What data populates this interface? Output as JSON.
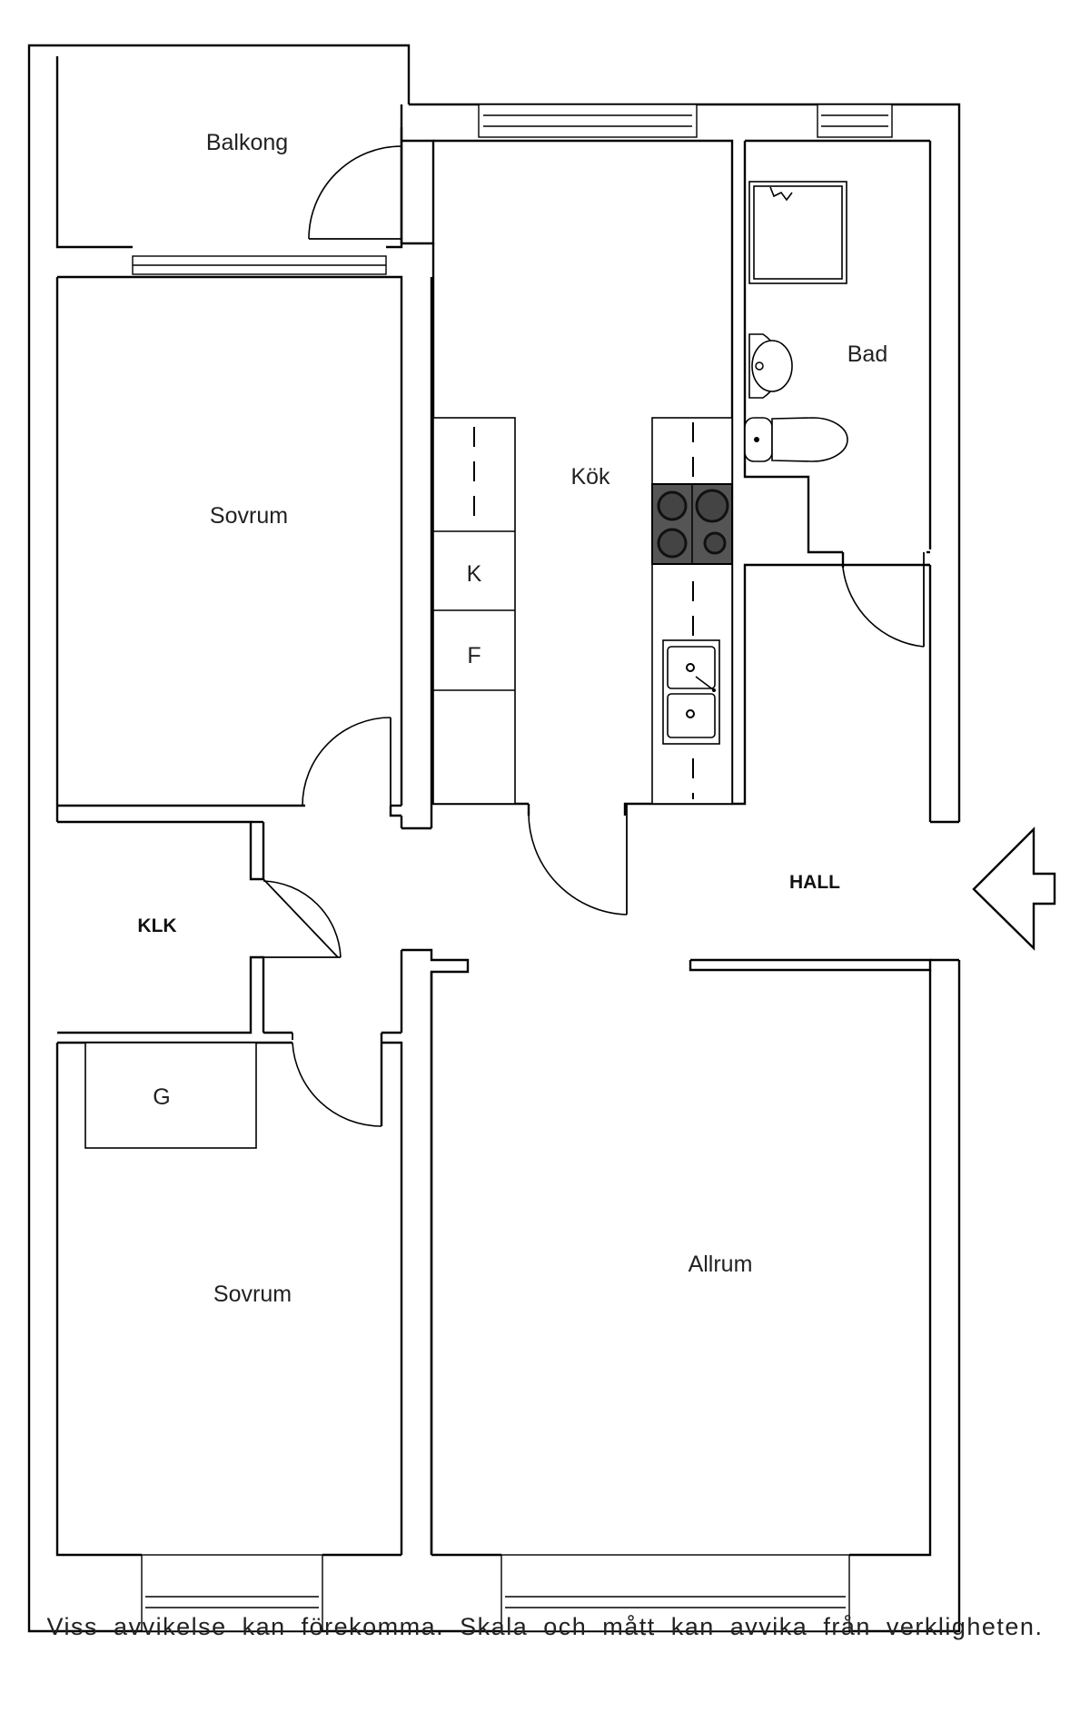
{
  "rooms": {
    "balkong": "Balkong",
    "kok": "Kök",
    "bad": "Bad",
    "sovrum_top": "Sovrum",
    "klk": "KLK",
    "hall": "HALL",
    "sovrum_bottom": "Sovrum",
    "allrum": "Allrum"
  },
  "fixtures": {
    "fridge": "K",
    "freezer": "F",
    "wardrobe": "G"
  },
  "entrance_icon": "entrance-arrow-icon",
  "disclaimer": "Viss avvikelse kan förekomma. Skala och mått kan avvika från verkligheten."
}
